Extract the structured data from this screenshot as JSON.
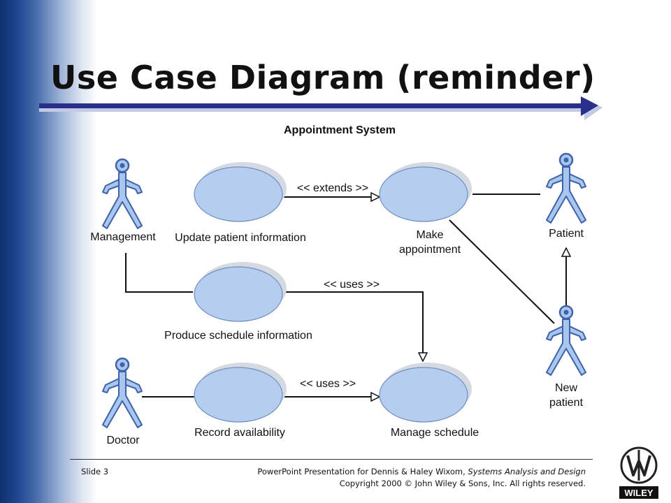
{
  "slide": {
    "title": "Use Case Diagram (reminder)",
    "slide_number": "Slide 3",
    "footer": {
      "line1_prefix": "PowerPoint Presentation for Dennis & Haley Wixom, ",
      "line1_italic": "Systems Analysis and Design",
      "line2": "Copyright 2000 © John Wiley & Sons, Inc.  All rights reserved."
    },
    "logo_text": "WILEY"
  },
  "diagram": {
    "system_title": "Appointment System",
    "actors": {
      "management": "Management",
      "doctor": "Doctor",
      "patient": "Patient",
      "new_patient_1": "New",
      "new_patient_2": "patient"
    },
    "use_cases": {
      "update_patient": "Update patient information",
      "make_appt_1": "Make",
      "make_appt_2": "appointment",
      "produce_schedule": "Produce schedule information",
      "record_availability": "Record availability",
      "manage_schedule": "Manage schedule"
    },
    "relations": {
      "extends": "<< extends >>",
      "uses_1": "<< uses >>",
      "uses_2": "<< uses >>"
    },
    "colors": {
      "actor_fill": "#a9c6ee",
      "actor_stroke": "#3f63a8",
      "ellipse_fill": "#b5cdef",
      "ellipse_shadow": "#d4d9e2",
      "title_bar": "#2a2f8a"
    }
  }
}
